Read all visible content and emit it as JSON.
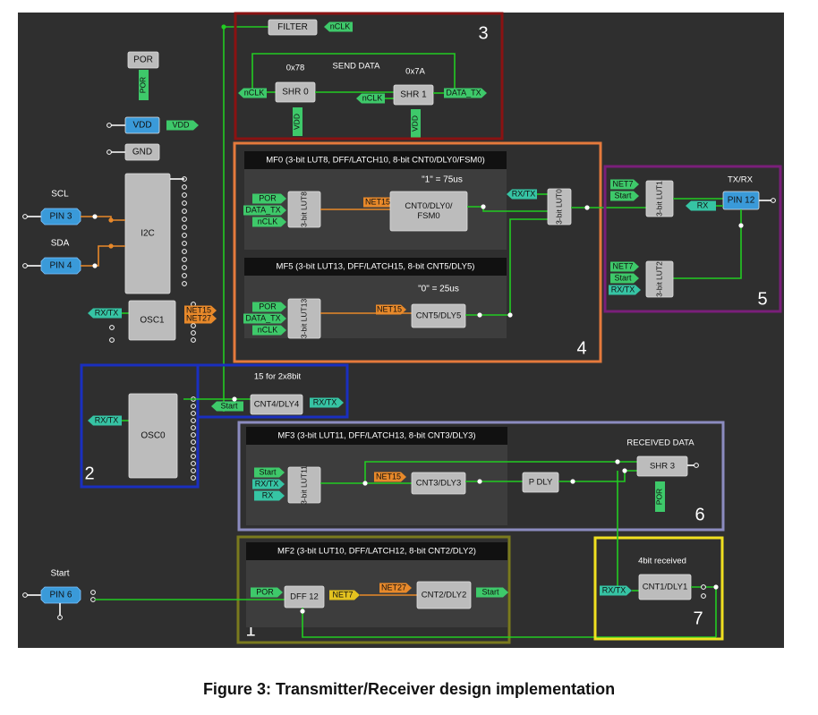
{
  "caption": "Figure 3: Transmitter/Receiver design implementation",
  "colors": {
    "canvas": "#2f2f2f",
    "wire": "#22cc22",
    "orange_wire": "#e8892a",
    "net_green": "#3ec96a",
    "net_teal": "#36c4a4",
    "net_orange": "#e8892a",
    "net_yellow": "#e3c21f",
    "pin_blue": "#3a9ad9",
    "block_gray": "#bcbcbc",
    "region1": "#7a7a1e",
    "region2": "#1a2fbf",
    "region3": "#8a1212",
    "region4": "#e57a3c",
    "region5": "#7a1f7a",
    "region6": "#8c8cc0",
    "region7": "#f0e020"
  },
  "regions": {
    "r1": "1",
    "r2": "2",
    "r3": "3",
    "r4": "4",
    "r5": "5",
    "r6": "6",
    "r7": "7"
  },
  "macrocells": {
    "mf0": "MF0 (3-bit LUT8, DFF/LATCH10, 8-bit CNT0/DLY0/FSM0)",
    "mf5": "MF5 (3-bit LUT13, DFF/LATCH15, 8-bit CNT5/DLY5)",
    "mf3": "MF3 (3-bit LUT11, DFF/LATCH13, 8-bit CNT3/DLY3)",
    "mf2": "MF2 (3-bit LUT10, DFF/LATCH12, 8-bit CNT2/DLY2)"
  },
  "labels": {
    "send_data": "SEND DATA",
    "hex_78": "0x78",
    "hex_7a": "0x7A",
    "one_75us": "\"1\" = 75us",
    "zero_25us": "\"0\" = 25us",
    "fifteen": "15 for 2x8bit",
    "received_data": "RECEIVED DATA",
    "four_bit": "4bit received",
    "scl": "SCL",
    "sda": "SDA",
    "start": "Start",
    "txrx": "TX/RX"
  },
  "blocks": {
    "por": "POR",
    "vdd": "VDD",
    "gnd": "GND",
    "i2c": "I2C",
    "osc1": "OSC1",
    "osc0": "OSC0",
    "filter": "FILTER",
    "shr0": "SHR 0",
    "shr1": "SHR 1",
    "lut8": "3-bit LUT8",
    "cnt0": "CNT0/DLY0/\nFSM0",
    "lut13": "3-bit LUT13",
    "cnt5": "CNT5/DLY5",
    "lut0": "3-bit LUT0",
    "lut1": "3-bit LUT1",
    "lut2": "3-bit LUT2",
    "pin12": "PIN 12",
    "cnt4": "CNT4/DLY4",
    "lut11": "3-bit LUT11",
    "cnt3": "CNT3/DLY3",
    "pdly": "P DLY",
    "shr3": "SHR 3",
    "dff12": "DFF 12",
    "cnt2": "CNT2/DLY2",
    "cnt1": "CNT1/DLY1",
    "pin3": "PIN 3",
    "pin4": "PIN 4",
    "pin6": "PIN 6"
  },
  "nets": {
    "nclk": "nCLK",
    "data_tx": "DATA_TX",
    "vdd": "VDD",
    "por": "POR",
    "net15": "NET15",
    "net27": "NET27",
    "net7": "NET7",
    "rxtx": "RX/TX",
    "rx": "RX",
    "start": "Start"
  }
}
